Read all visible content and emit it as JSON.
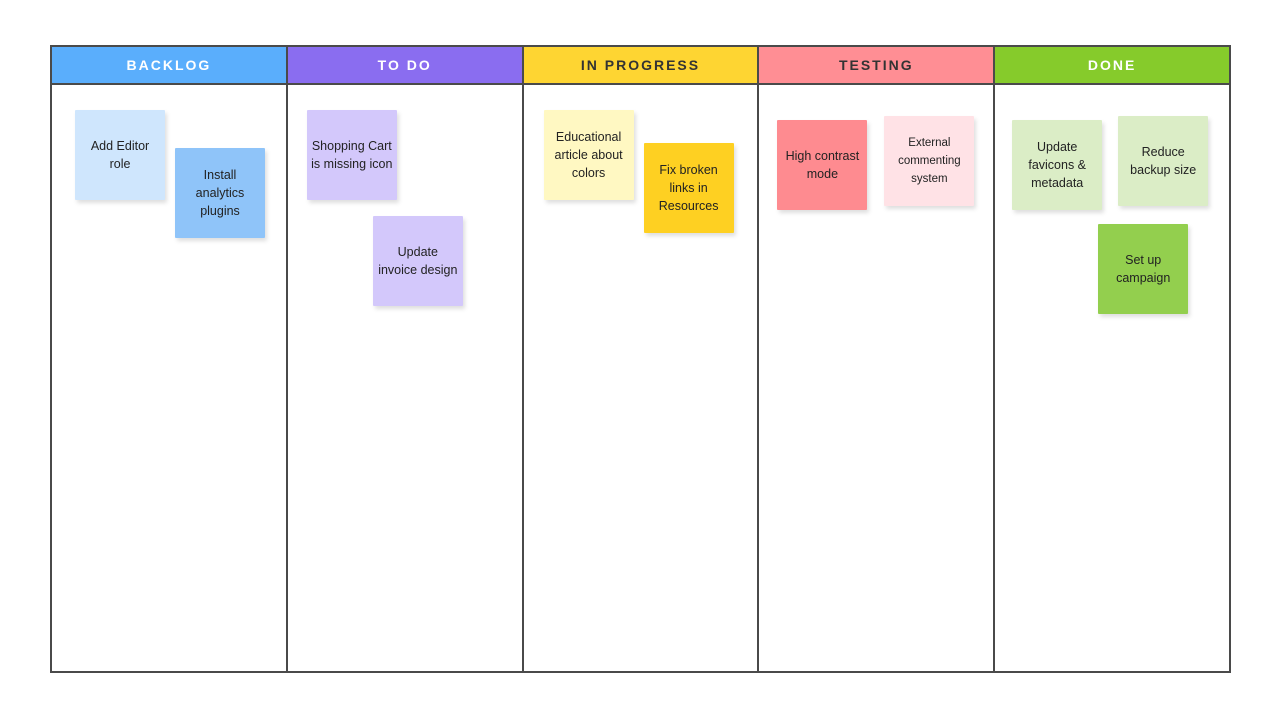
{
  "board": {
    "columns": [
      {
        "title": "BACKLOG",
        "header_color": "#5aaefc",
        "header_text_color": "#ffffff",
        "notes": [
          {
            "text": "Add Editor role",
            "color": "#cfe6fd"
          },
          {
            "text": "Install analytics plugins",
            "color": "#8fc4f9"
          }
        ]
      },
      {
        "title": "TO DO",
        "header_color": "#8a6df0",
        "header_text_color": "#ffffff",
        "notes": [
          {
            "text": "Shopping Cart is missing icon",
            "color": "#d3c8fb"
          },
          {
            "text": "Update invoice design",
            "color": "#d3c8fb"
          }
        ]
      },
      {
        "title": "IN PROGRESS",
        "header_color": "#fed532",
        "header_text_color": "#333333",
        "notes": [
          {
            "text": "Educational article about colors",
            "color": "#fff8c2"
          },
          {
            "text": "Fix broken links in Resources",
            "color": "#fed022"
          }
        ]
      },
      {
        "title": "TESTING",
        "header_color": "#ff8e94",
        "header_text_color": "#333333",
        "notes": [
          {
            "text": "High contrast mode",
            "color": "#fe8b90"
          },
          {
            "text": "External commenting system",
            "color": "#ffe2e6"
          }
        ]
      },
      {
        "title": "DONE",
        "header_color": "#86cb2b",
        "header_text_color": "#ffffff",
        "notes": [
          {
            "text": "Update favicons & metadata",
            "color": "#dbedc6"
          },
          {
            "text": "Reduce backup size",
            "color": "#dbedc6"
          },
          {
            "text": "Set up campaign",
            "color": "#93cf4e"
          }
        ]
      }
    ]
  }
}
